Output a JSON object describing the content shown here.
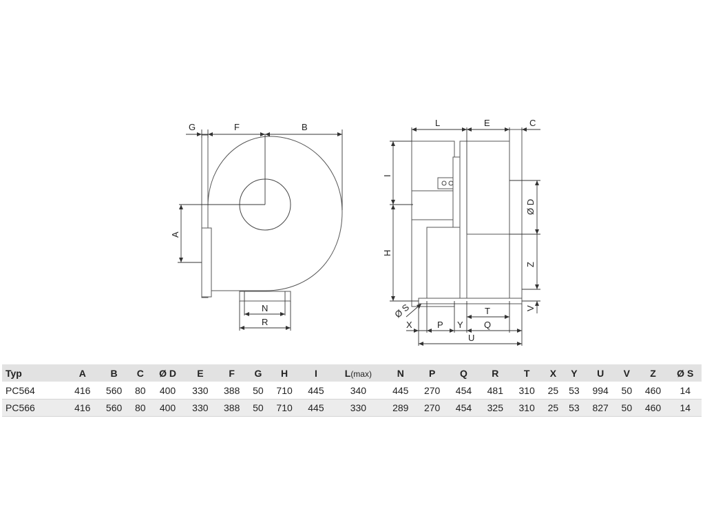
{
  "drawing": {
    "front_labels": {
      "G": "G",
      "F": "F",
      "B": "B",
      "A": "A",
      "N": "N",
      "R": "R"
    },
    "side_labels": {
      "L": "L",
      "E": "E",
      "C": "C",
      "I": "I",
      "H": "H",
      "D": "Ø D",
      "Z": "Z",
      "V": "V",
      "S": "Ø S",
      "X": "X",
      "P": "P",
      "Y": "Y",
      "T": "T",
      "Q": "Q",
      "U": "U"
    }
  },
  "table": {
    "headers": [
      "Typ",
      "A",
      "B",
      "C",
      "Ø D",
      "E",
      "F",
      "G",
      "H",
      "I",
      "L",
      "N",
      "P",
      "Q",
      "R",
      "T",
      "X",
      "Y",
      "U",
      "V",
      "Z",
      "Ø S"
    ],
    "header_L_suffix": "(max)",
    "rows": [
      [
        "PC564",
        "416",
        "560",
        "80",
        "400",
        "330",
        "388",
        "50",
        "710",
        "445",
        "340",
        "445",
        "270",
        "454",
        "481",
        "310",
        "25",
        "53",
        "994",
        "50",
        "460",
        "14"
      ],
      [
        "PC566",
        "416",
        "560",
        "80",
        "400",
        "330",
        "388",
        "50",
        "710",
        "445",
        "330",
        "289",
        "270",
        "454",
        "325",
        "310",
        "25",
        "53",
        "827",
        "50",
        "460",
        "14"
      ]
    ]
  }
}
